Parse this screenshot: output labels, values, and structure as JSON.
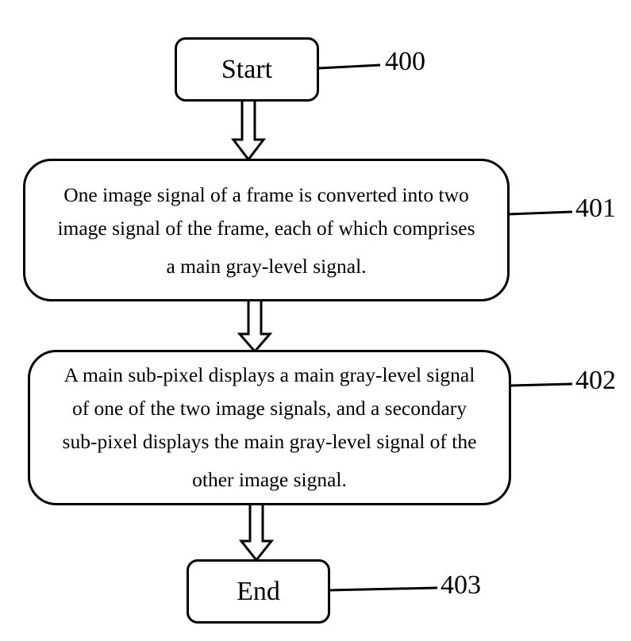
{
  "flowchart": {
    "start": {
      "text": "Start",
      "ref": "400"
    },
    "step1": {
      "lines": [
        "One image signal of a frame is converted into two",
        "image signal of the frame, each of which comprises",
        "a main gray-level signal."
      ],
      "ref": "401"
    },
    "step2": {
      "lines": [
        "A main sub-pixel displays a main gray-level signal",
        "of one of the two image signals, and a secondary",
        "sub-pixel displays the main gray-level signal of the",
        "other image signal."
      ],
      "ref": "402"
    },
    "end": {
      "text": "End",
      "ref": "403"
    }
  }
}
